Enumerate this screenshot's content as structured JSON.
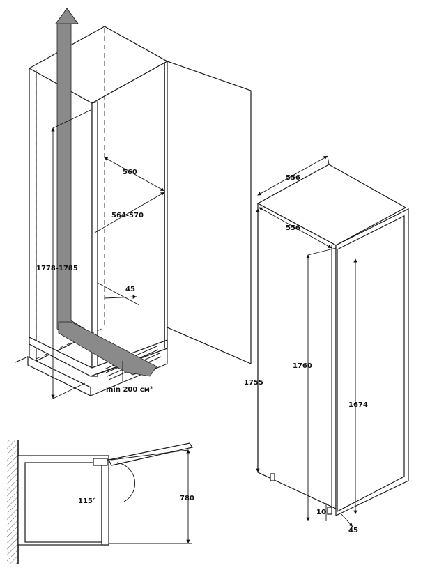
{
  "labels": {
    "dim_560": "560",
    "dim_564_570": "564-570",
    "dim_45_top": "45",
    "dim_1778_1785": "1778-1785",
    "airflow_min": "min 200 см²",
    "dim_556_width": "556",
    "dim_556_depth": "556",
    "dim_1755": "1755",
    "dim_1760": "1760",
    "dim_1674": "1674",
    "dim_10": "10",
    "dim_45_bottom": "45",
    "dim_115_angle": "115°",
    "dim_780": "780"
  },
  "icons": {
    "airflow_arrow": "upward-arrow-icon"
  }
}
